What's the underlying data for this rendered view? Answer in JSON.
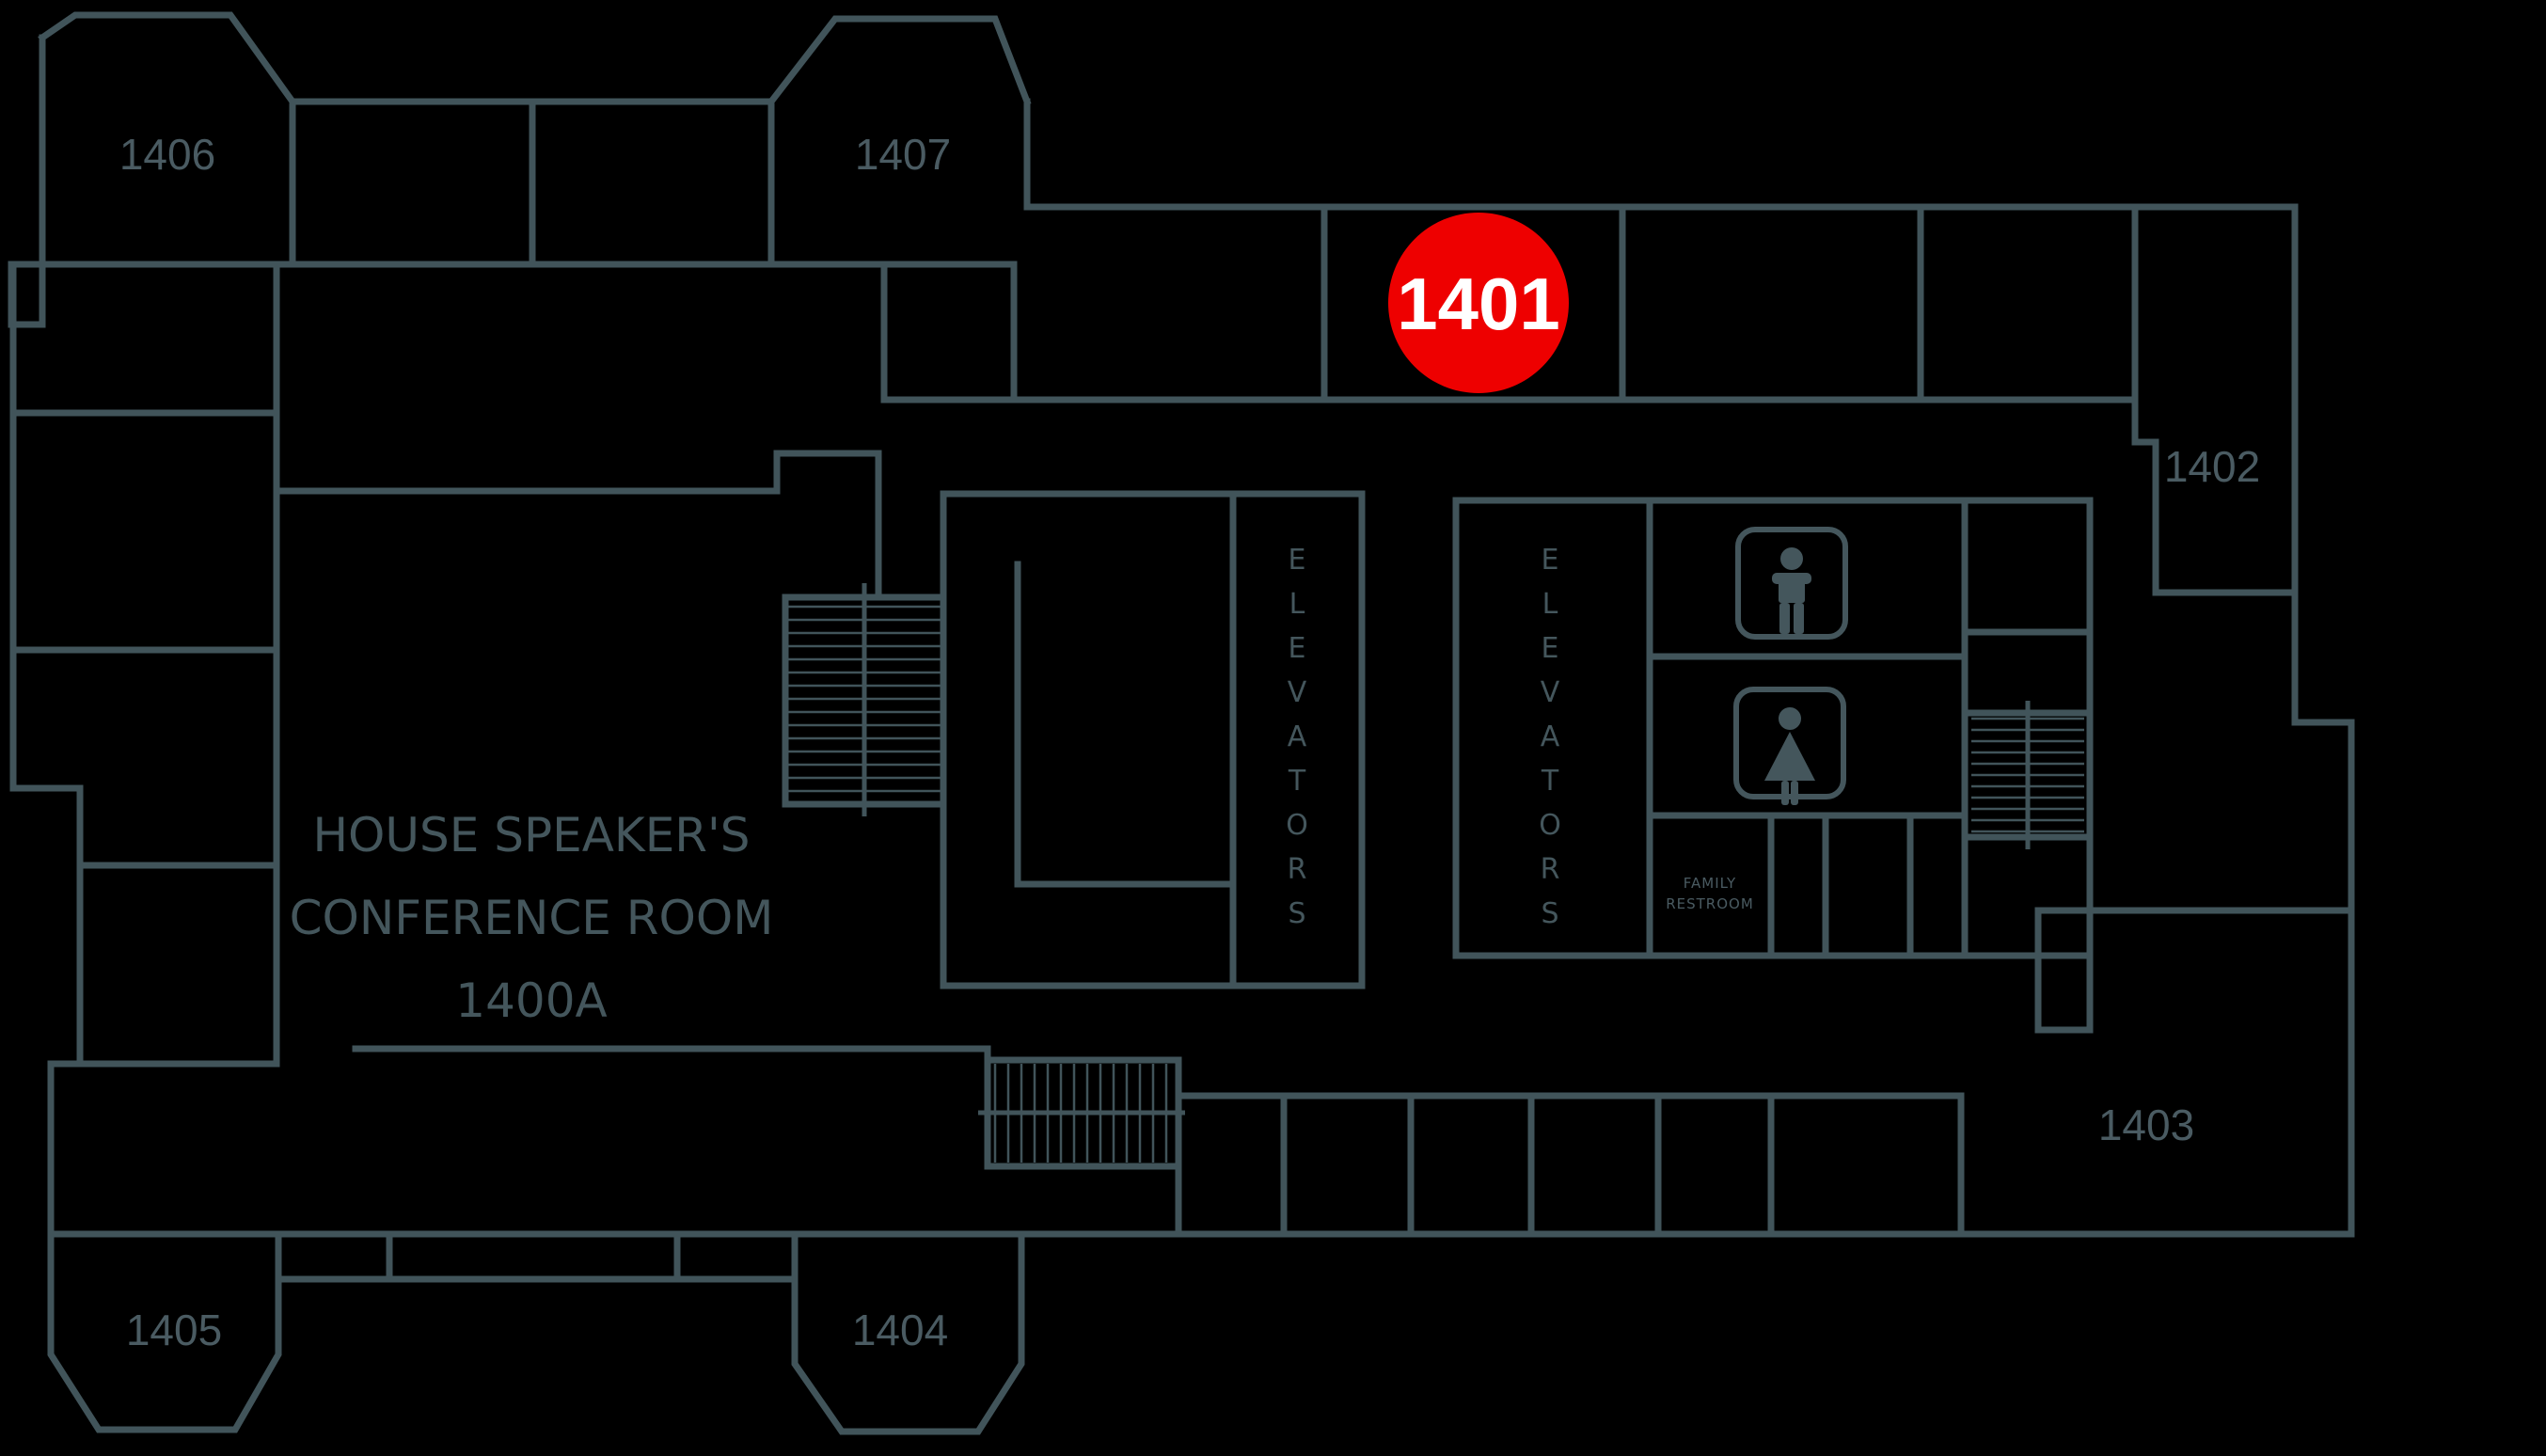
{
  "palette": {
    "background": "#000000",
    "wall": "#41545a",
    "label_text": "#4a5b62",
    "marker_fill": "#ee0000",
    "marker_text": "#ffffff"
  },
  "marker": {
    "label": "1401"
  },
  "rooms": {
    "r1402": {
      "label": "1402"
    },
    "r1403": {
      "label": "1403"
    },
    "r1404": {
      "label": "1404"
    },
    "r1405": {
      "label": "1405"
    },
    "r1406": {
      "label": "1406"
    },
    "r1407": {
      "label": "1407"
    }
  },
  "conference_room": {
    "line1": "HOUSE SPEAKER'S",
    "line2": "CONFERENCE ROOM",
    "line3": "1400A"
  },
  "elevators_label": "ELEVATORS",
  "family_restroom": {
    "line1": "FAMILY",
    "line2": "RESTROOM"
  },
  "icons": {
    "mens": "mens-restroom",
    "womens": "womens-restroom"
  }
}
